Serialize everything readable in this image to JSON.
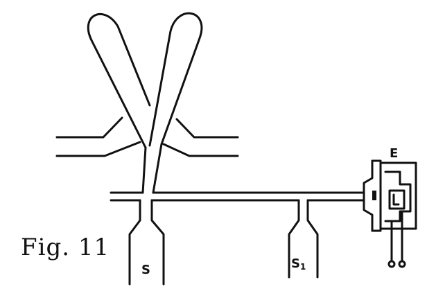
{
  "caption": "Fig. 11",
  "labels": {
    "s": "S",
    "s1_main": "S",
    "s1_sub": "1",
    "e": "E"
  }
}
